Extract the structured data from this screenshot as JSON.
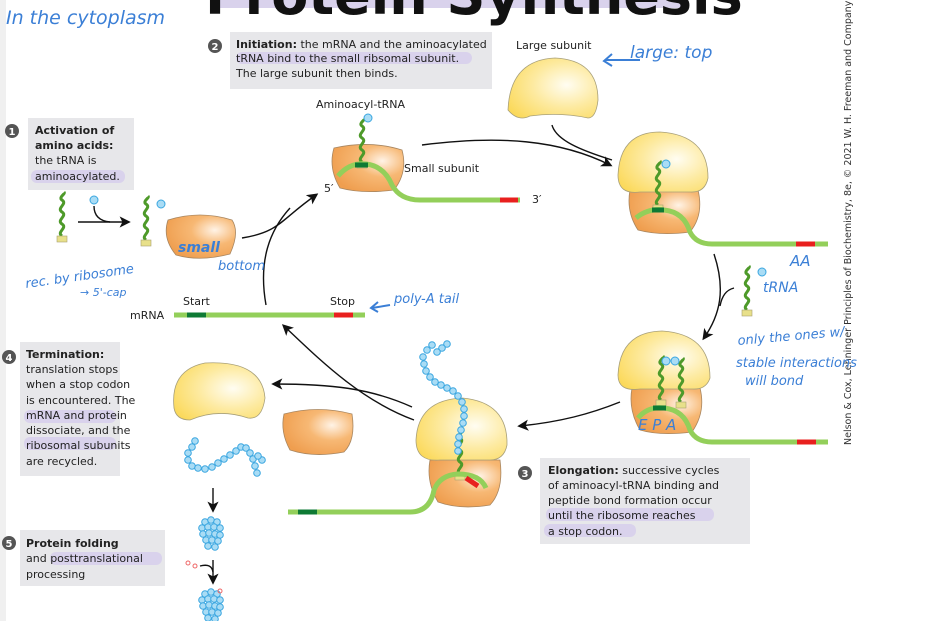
{
  "title": "Protein Synthesis",
  "steps": [
    {
      "number": "1",
      "heading": "Activation of",
      "heading2": "amino acids:",
      "lines": [
        "the tRNA is",
        "aminoacylated."
      ]
    },
    {
      "number": "2",
      "heading": "Initiation:",
      "lines": [
        "the mRNA and the aminoacylated",
        "tRNA bind to the small ribsomal subunit.",
        "The large subunit then binds."
      ]
    },
    {
      "number": "3",
      "heading": "Elongation:",
      "lines": [
        "successive cycles",
        "of aminoacyl-tRNA binding and",
        "peptide bond formation occur",
        "until the ribosome reaches",
        "a stop codon."
      ]
    },
    {
      "number": "4",
      "heading": "Termination:",
      "lines": [
        "translation stops",
        "when a stop codon",
        "is encountered. The",
        "mRNA and protein",
        "dissociate, and the",
        "ribosomal subunits",
        "are recycled."
      ]
    },
    {
      "number": "5",
      "heading": "Protein folding",
      "lines": [
        "and posttranslational",
        "processing"
      ]
    }
  ],
  "labels": {
    "aminoacyl_trna": "Aminoacyl-tRNA",
    "small_subunit": "Small subunit",
    "large_subunit": "Large subunit",
    "five_prime": "5′",
    "three_prime": "3′",
    "start": "Start",
    "stop": "Stop",
    "mrna": "mRNA"
  },
  "credit": "Nelson & Cox, Lehninger Principles of Biochemistry, 8e, © 2021 W. H. Freeman and Company",
  "handwritten_notes": {
    "cytoplasm": "In the cytoplasm",
    "large_top": "large: top",
    "small": "small",
    "bottom": "bottom",
    "rec_by_ribosome": "rec. by ribosome",
    "cap": "→ 5'-cap",
    "poly_a": "poly-A tail",
    "aa": "AA",
    "trna": "tRNA",
    "only1": "only the ones w/",
    "only2": "stable interactions",
    "only3": "will bond",
    "epa": "E P A"
  },
  "colors": {
    "mrna": "#93cf5a",
    "start_codon": "#0e7a34",
    "stop_codon": "#e8201e",
    "small_subunit": "#f3a85a",
    "large_subunit": "#fbe27a",
    "amino_acid": "#a9dcf5",
    "annotation_ink": "#3b7fd6",
    "highlight": "#d9d2ec"
  }
}
